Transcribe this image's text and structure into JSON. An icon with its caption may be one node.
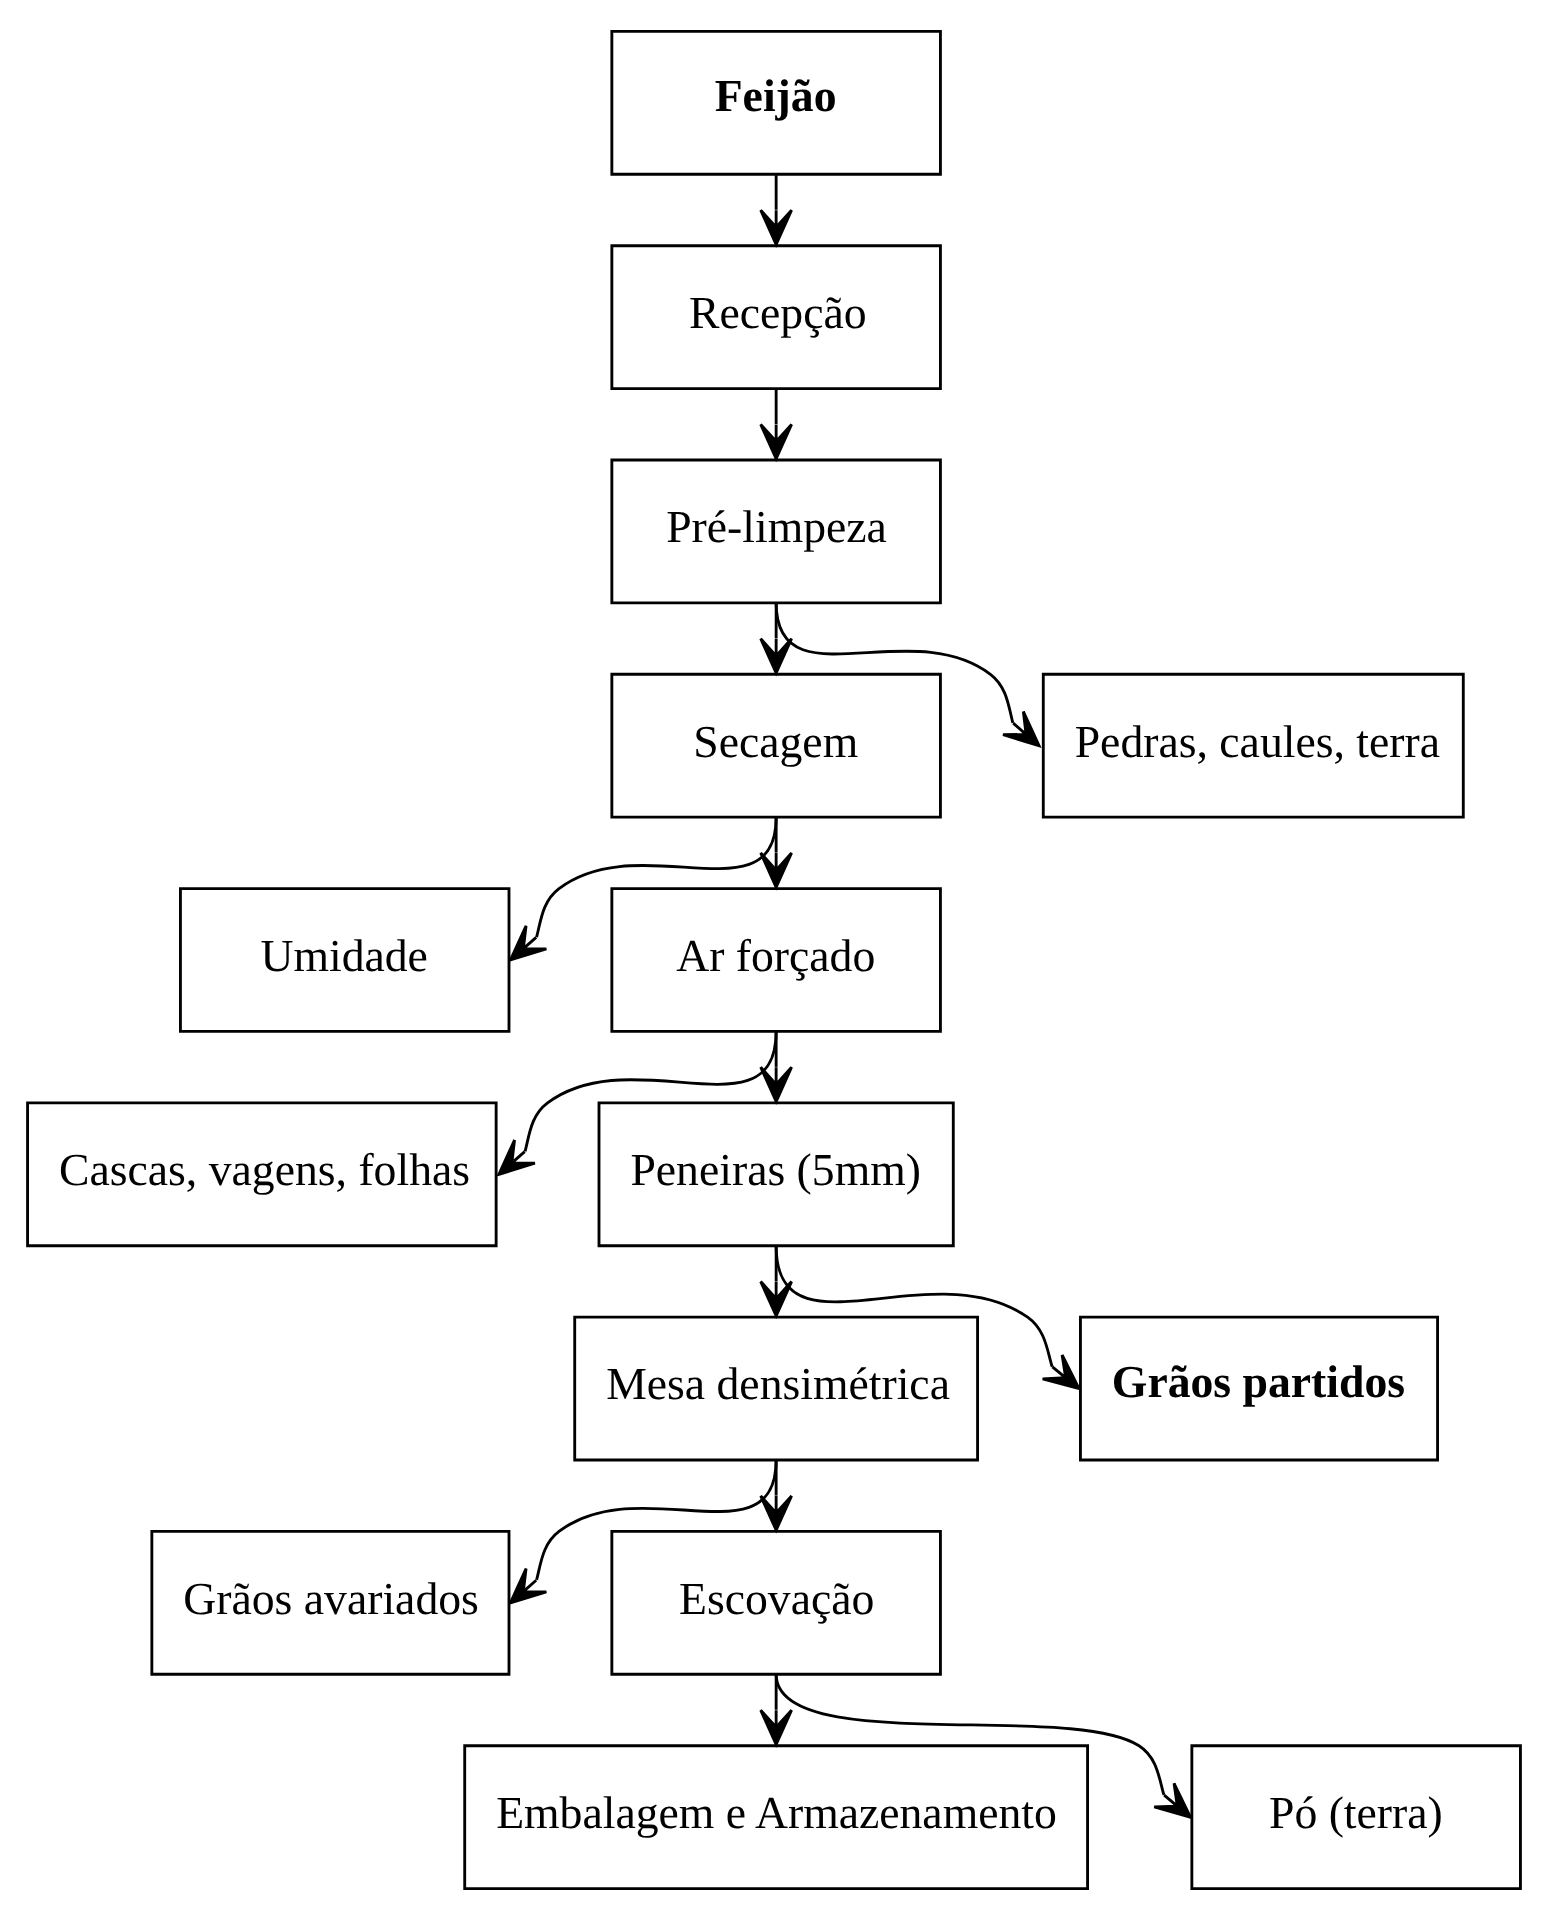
{
  "diagram": {
    "nodes": [
      {
        "text": [
          "Feijão"
        ]
      },
      {
        "text": [
          "Recepção"
        ]
      },
      {
        "text": [
          "Pré-limpeza"
        ]
      },
      {
        "text": [
          "Pedras, caules, terra"
        ]
      },
      {
        "text": [
          "Secagem"
        ]
      },
      {
        "text": [
          "Umidade"
        ]
      },
      {
        "text": [
          "Ar forçado"
        ]
      },
      {
        "text": [
          "Cascas, vagens, folhas"
        ]
      },
      {
        "text": [
          "Peneiras (5mm)"
        ]
      },
      {
        "text": [
          "Grãos partidos"
        ]
      },
      {
        "text": [
          "Mesa densimétrica"
        ]
      },
      {
        "text": [
          "Grãos avariados"
        ]
      },
      {
        "text": [
          "Escovação"
        ]
      },
      {
        "text": [
          "Pó (terra)"
        ]
      },
      {
        "text": [
          "Embalagem e Armazenamento"
        ]
      }
    ],
    "edges": [
      {
        "from": 0,
        "to": 1,
        "arrow": "to"
      },
      {
        "from": 1,
        "to": 2,
        "arrow": "to"
      },
      {
        "from": 2,
        "to": 4,
        "arrow": "to"
      },
      {
        "from": 2,
        "to": 3,
        "arrow": "to"
      },
      {
        "from": 4,
        "to": 6,
        "arrow": "to"
      },
      {
        "from": 4,
        "to": 5,
        "arrow": "to"
      },
      {
        "from": 6,
        "to": 8,
        "arrow": "to"
      },
      {
        "from": 6,
        "to": 7,
        "arrow": "to"
      },
      {
        "from": 8,
        "to": 10,
        "arrow": "to"
      },
      {
        "from": 8,
        "to": 9,
        "arrow": "to"
      },
      {
        "from": 10,
        "to": 12,
        "arrow": "to"
      },
      {
        "from": 10,
        "to": 11,
        "arrow": "to"
      },
      {
        "from": 12,
        "to": 14,
        "arrow": "to"
      },
      {
        "from": 12,
        "to": 13,
        "arrow": "to"
      }
    ]
  }
}
